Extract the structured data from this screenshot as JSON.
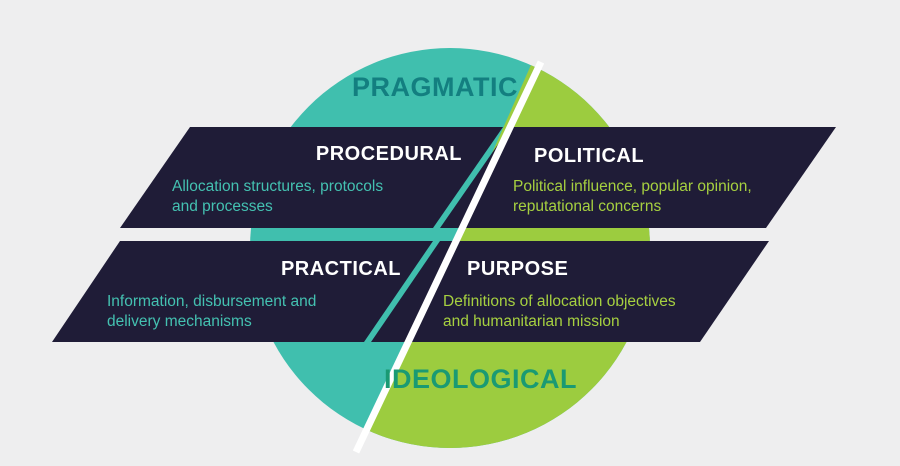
{
  "colors": {
    "teal": "#40bfae",
    "green": "#9ccc3f",
    "panel": "#1f1c37",
    "divider": "#ffffff",
    "pragmatic_text": "#137f80",
    "ideological_text": "#1a9a73",
    "teal_text": "#44c1b1",
    "green_text": "#a6d040"
  },
  "labels": {
    "top": "PRAGMATIC",
    "bottom": "IDEOLOGICAL"
  },
  "quadrants": {
    "procedural": {
      "title": "PROCEDURAL",
      "desc_line1": "Allocation structures, protocols",
      "desc_line2": "and processes"
    },
    "political": {
      "title": "POLITICAL",
      "desc_line1": "Political influence, popular opinion,",
      "desc_line2": "reputational concerns"
    },
    "practical": {
      "title": "PRACTICAL",
      "desc_line1": "Information, disbursement and",
      "desc_line2": "delivery mechanisms"
    },
    "purpose": {
      "title": "PURPOSE",
      "desc_line1": "Definitions of allocation objectives",
      "desc_line2": "and humanitarian mission"
    }
  }
}
